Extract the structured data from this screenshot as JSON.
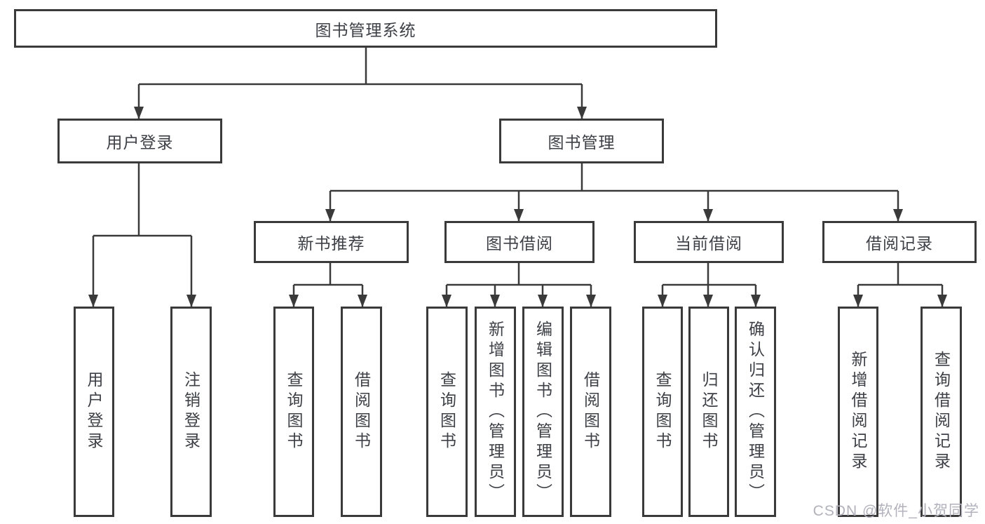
{
  "tree": {
    "label": "图书管理系统",
    "children": [
      {
        "label": "用户登录",
        "children": [
          {
            "label": "用户登录"
          },
          {
            "label": "注销登录"
          }
        ]
      },
      {
        "label": "图书管理",
        "children": [
          {
            "label": "新书推荐",
            "children": [
              {
                "label": "查询图书"
              },
              {
                "label": "借阅图书"
              }
            ]
          },
          {
            "label": "图书借阅",
            "children": [
              {
                "label": "查询图书"
              },
              {
                "label": "新增图书（管理员）"
              },
              {
                "label": "编辑图书（管理员）"
              },
              {
                "label": "借阅图书"
              }
            ]
          },
          {
            "label": "当前借阅",
            "children": [
              {
                "label": "查询图书"
              },
              {
                "label": "归还图书"
              },
              {
                "label": "确认归还（管理员）"
              }
            ]
          },
          {
            "label": "借阅记录",
            "children": [
              {
                "label": "新增借阅记录"
              },
              {
                "label": "查询借阅记录"
              }
            ]
          }
        ]
      }
    ]
  },
  "watermark": "CSDN @软件_小贺同学",
  "colors": {
    "line": "#3a3a3a",
    "text": "#3d4046",
    "box_background": "#ffffff",
    "watermark": "#b2b2bc"
  }
}
